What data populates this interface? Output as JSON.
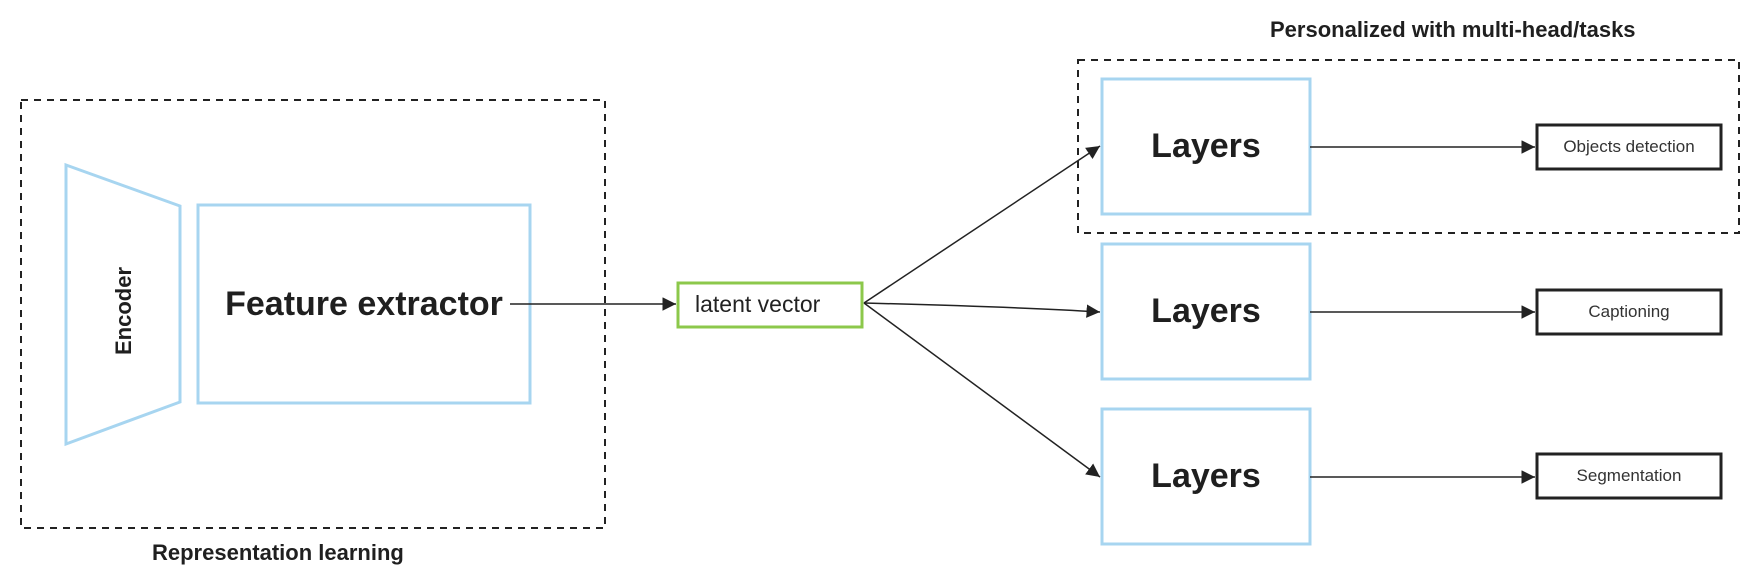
{
  "groups": {
    "representation_label": "Representation learning",
    "personalized_label": "Personalized with multi-head/tasks"
  },
  "encoder_label": "Encoder",
  "feature_extractor_label": "Feature extractor",
  "latent_label": "latent vector",
  "layers": [
    {
      "label": "Layers",
      "task": "Objects detection"
    },
    {
      "label": "Layers",
      "task": "Captioning"
    },
    {
      "label": "Layers",
      "task": "Segmentation"
    }
  ],
  "colors": {
    "blue_outline": "#a7d5f0",
    "green_outline": "#8cc84b",
    "dark": "#222222"
  }
}
